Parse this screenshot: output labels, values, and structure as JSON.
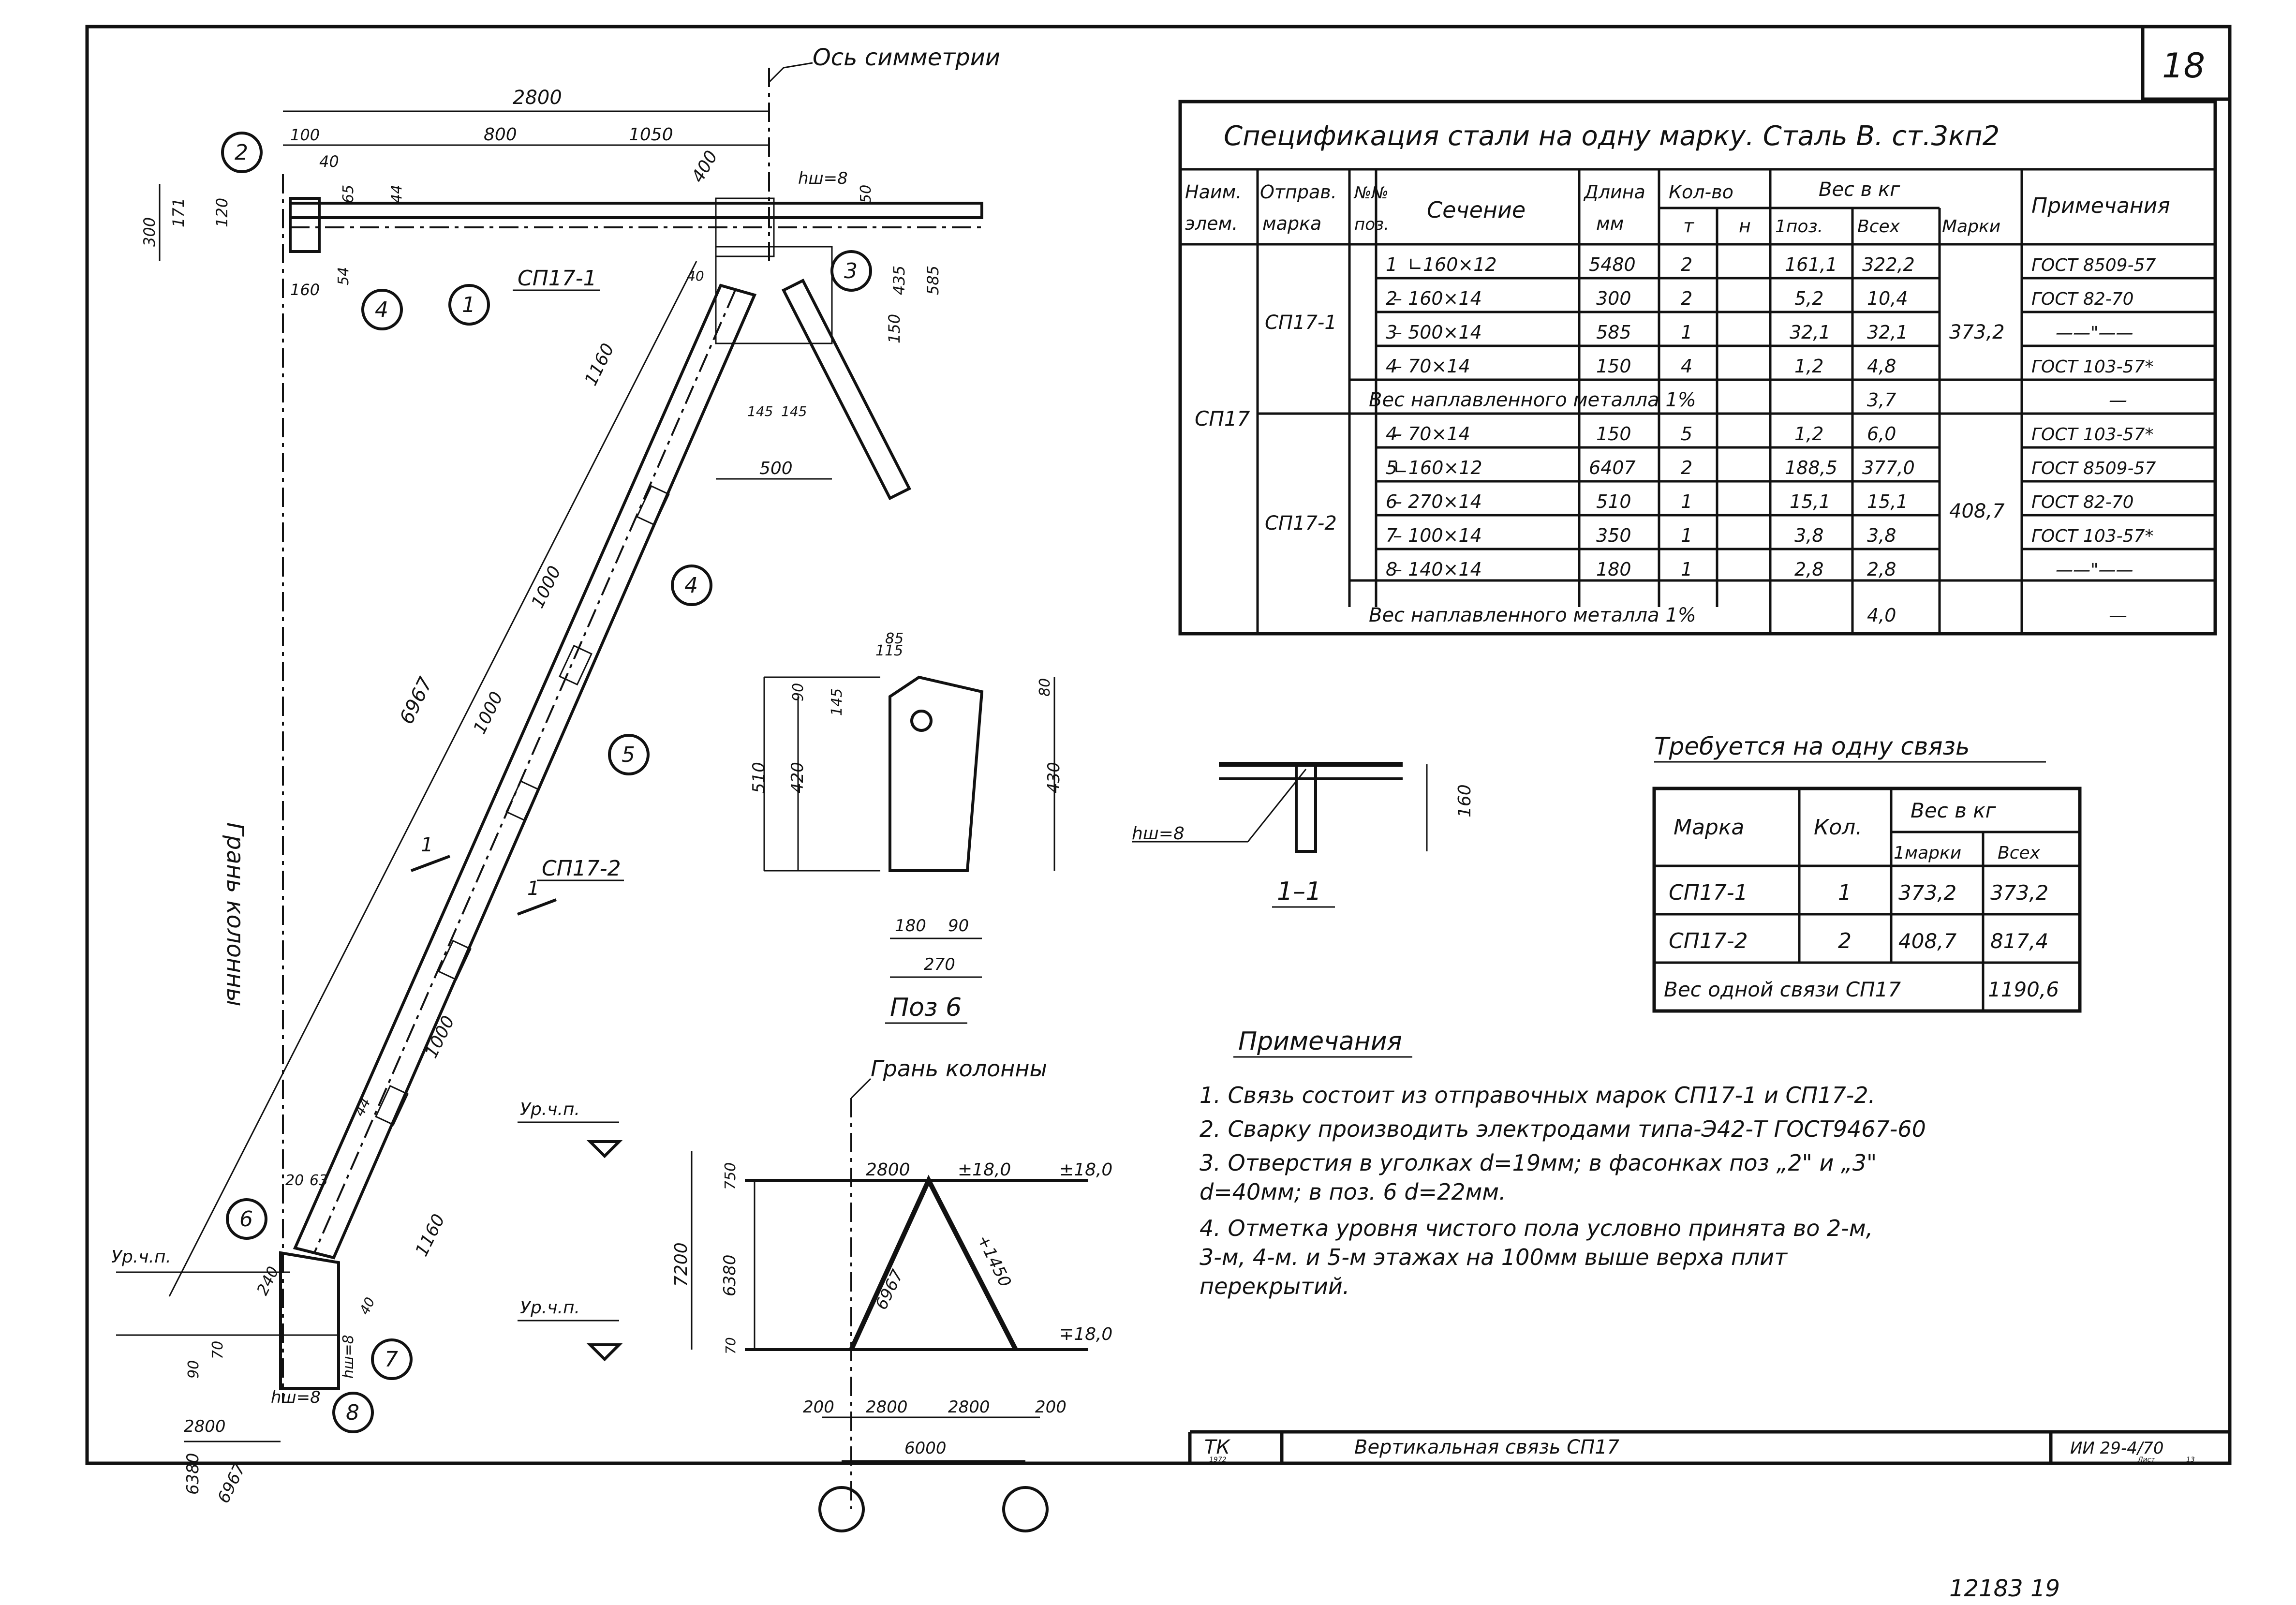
{
  "sheet_number": "18",
  "axis_label": "Ось симметрии",
  "column_face_label": "Грань колонны",
  "column_face_label_2": "Грань колонны",
  "elevation_labels": [
    "Ур.ч.п.",
    "Ур.ч.п.",
    "Ур.ч.п."
  ],
  "main_view": {
    "dims": {
      "d2800": "2800",
      "d100": "100",
      "d40": "40",
      "d800": "800",
      "d1050": "1050",
      "d400": "400",
      "d300": "300",
      "d171": "171",
      "d120": "120",
      "d65": "65",
      "d44": "44",
      "d54": "54",
      "d160": "160",
      "d50": "50",
      "d435": "435",
      "d585": "585",
      "d150": "150",
      "d145a": "145",
      "d145b": "145",
      "d500": "500",
      "d1160a": "1160",
      "d1000a": "1000",
      "d1000b": "1000",
      "d1000c": "1000",
      "d6967": "6967",
      "d1160b": "1160",
      "d40b": "40",
      "d40c": "40",
      "d44b": "44",
      "d20": "20",
      "d63": "63",
      "d240": "240",
      "d70": "70",
      "d90": "90",
      "bot2800": "2800",
      "bot6380": "6380",
      "bot6967": "6967"
    },
    "weld_labels": [
      "hш=8",
      "hш=8",
      "hш=8"
    ],
    "marks": [
      "СП17-1",
      "СП17-2"
    ],
    "section_marks": [
      "1",
      "1"
    ],
    "callouts": [
      "2",
      "1",
      "4",
      "3",
      "4",
      "5",
      "6",
      "7",
      "8"
    ]
  },
  "spec_table": {
    "title": "Спецификация стали на одну марку. Сталь В. ст.3кп2",
    "headers": {
      "elem": [
        "Наим.",
        "элем."
      ],
      "ship": [
        "Отправ.",
        "марка"
      ],
      "pos": [
        "№№",
        "поз."
      ],
      "section": "Сечение",
      "length": [
        "Длина",
        "мм"
      ],
      "qty": "Кол-во",
      "qty_t": "т",
      "qty_n": "н",
      "weight": "Вес в кг",
      "w_pos": "1поз.",
      "w_all": "Всех",
      "w_mark": "Марки",
      "note": "Примечания"
    },
    "element": "СП17",
    "group1": {
      "mark": "СП17-1",
      "mark_weight": "373,2",
      "rows": [
        {
          "pos": "1",
          "section": "∟160×12",
          "length": "5480",
          "t": "2",
          "n": "",
          "w1": "161,1",
          "wall": "322,2",
          "note": "ГОСТ 8509-57"
        },
        {
          "pos": "2",
          "section": "– 160×14",
          "length": "300",
          "t": "2",
          "n": "",
          "w1": "5,2",
          "wall": "10,4",
          "note": "ГОСТ 82-70"
        },
        {
          "pos": "3",
          "section": "– 500×14",
          "length": "585",
          "t": "1",
          "n": "",
          "w1": "32,1",
          "wall": "32,1",
          "note": "——\"——"
        },
        {
          "pos": "4",
          "section": "– 70×14",
          "length": "150",
          "t": "4",
          "n": "",
          "w1": "1,2",
          "wall": "4,8",
          "note": "ГОСТ 103-57*"
        }
      ],
      "weld_label": "Вес наплавленного металла 1%",
      "weld_weight": "3,7",
      "weld_note": "—"
    },
    "group2": {
      "mark": "СП17-2",
      "mark_weight": "408,7",
      "rows": [
        {
          "pos": "4",
          "section": "– 70×14",
          "length": "150",
          "t": "5",
          "n": "",
          "w1": "1,2",
          "wall": "6,0",
          "note": "ГОСТ 103-57*"
        },
        {
          "pos": "5",
          "section": "∟160×12",
          "length": "6407",
          "t": "2",
          "n": "",
          "w1": "188,5",
          "wall": "377,0",
          "note": "ГОСТ 8509-57"
        },
        {
          "pos": "6",
          "section": "– 270×14",
          "length": "510",
          "t": "1",
          "n": "",
          "w1": "15,1",
          "wall": "15,1",
          "note": "ГОСТ 82-70"
        },
        {
          "pos": "7",
          "section": "– 100×14",
          "length": "350",
          "t": "1",
          "n": "",
          "w1": "3,8",
          "wall": "3,8",
          "note": "ГОСТ 103-57*"
        },
        {
          "pos": "8",
          "section": "– 140×14",
          "length": "180",
          "t": "1",
          "n": "",
          "w1": "2,8",
          "wall": "2,8",
          "note": "——\"——"
        }
      ],
      "weld_label": "Вес наплавленного металла 1%",
      "weld_weight": "4,0",
      "weld_note": "—"
    }
  },
  "req_table": {
    "title": "Требуется на одну связь",
    "h_mark": "Марка",
    "h_qty": "Кол.",
    "h_weight": "Вес в кг",
    "h_w_mark": "1марки",
    "h_w_all": "Всех",
    "rows": [
      {
        "mark": "СП17-1",
        "qty": "1",
        "w1": "373,2",
        "wall": "373,2"
      },
      {
        "mark": "СП17-2",
        "qty": "2",
        "w1": "408,7",
        "wall": "817,4"
      }
    ],
    "total_label": "Вес одной связи СП17",
    "total_value": "1190,6"
  },
  "section_detail": {
    "weld": "hш=8",
    "dim": "160",
    "label": "1–1"
  },
  "pos6_detail": {
    "label": "Поз 6",
    "dims": {
      "d115": "115",
      "d85": "85",
      "d90": "90",
      "d145": "145",
      "d80": "80",
      "d510": "510",
      "d420": "420",
      "d430": "430",
      "d180": "180",
      "d90b": "90",
      "d270": "270"
    }
  },
  "scheme": {
    "d2800": "2800",
    "elev_top_a": "±18,0",
    "elev_top_b": "±18,0",
    "elev_bot": "∓18,0",
    "d750": "750",
    "d6380": "6380",
    "d7200": "7200",
    "d70": "70",
    "diag_a": "6967",
    "diag_b": "+1450",
    "b200a": "200",
    "b2800a": "2800",
    "b2800b": "2800",
    "b200b": "200",
    "b6000": "6000"
  },
  "notes": {
    "title": "Примечания",
    "items": [
      "1.  Связь состоит из отправочных марок СП17-1 и СП17-2.",
      "2.  Сварку производить электродами типа-Э42-Т ГОСТ9467-60",
      "3.  Отверстия в уголках d=19мм; в фасонках поз „2\" и „3\"",
      "     d=40мм; в поз. 6  d=22мм.",
      "4.  Отметка уровня чистого пола условно принята во 2-м,",
      "     3-м, 4-м. и 5-м этажах на 100мм выше верха плит",
      "     перекрытий."
    ]
  },
  "title_block": {
    "logo": "ТК",
    "year": "1972",
    "title": "Вертикальная   связь   СП17",
    "series": "ИИ 29-4/70",
    "sheet_label": "Лист",
    "sheet_no": "13"
  },
  "stamp_bottom": "12183   19"
}
